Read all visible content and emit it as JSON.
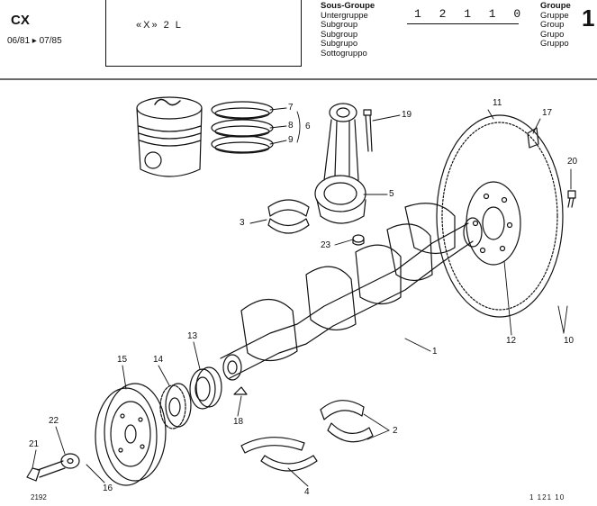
{
  "header": {
    "model": "CX",
    "dates": "06/81 ▸ 07/85",
    "engine": "«X» 2 L",
    "subgroup_labels": [
      "Sous-Groupe",
      "Untergruppe",
      "Subgroup",
      "Subgroup",
      "Subgrupo",
      "Sottogruppo"
    ],
    "subgroup_number": "1 2 1 1 0",
    "group_labels": [
      "Groupe",
      "Gruppe",
      "Group",
      "Grupo",
      "Gruppo"
    ],
    "group_number": "1"
  },
  "callouts": {
    "c1": "1",
    "c2": "2",
    "c3": "3",
    "c4": "4",
    "c5": "5",
    "c6": "6",
    "c7": "7",
    "c8": "8",
    "c9": "9",
    "c10": "10",
    "c11": "11",
    "c12": "12",
    "c13": "13",
    "c14": "14",
    "c15": "15",
    "c16": "16",
    "c17": "17",
    "c18": "18",
    "c19": "19",
    "c20": "20",
    "c21": "21",
    "c22": "22",
    "c23": "23"
  },
  "footer": {
    "figure_code": "2192",
    "page_ref": "1 121 10"
  }
}
